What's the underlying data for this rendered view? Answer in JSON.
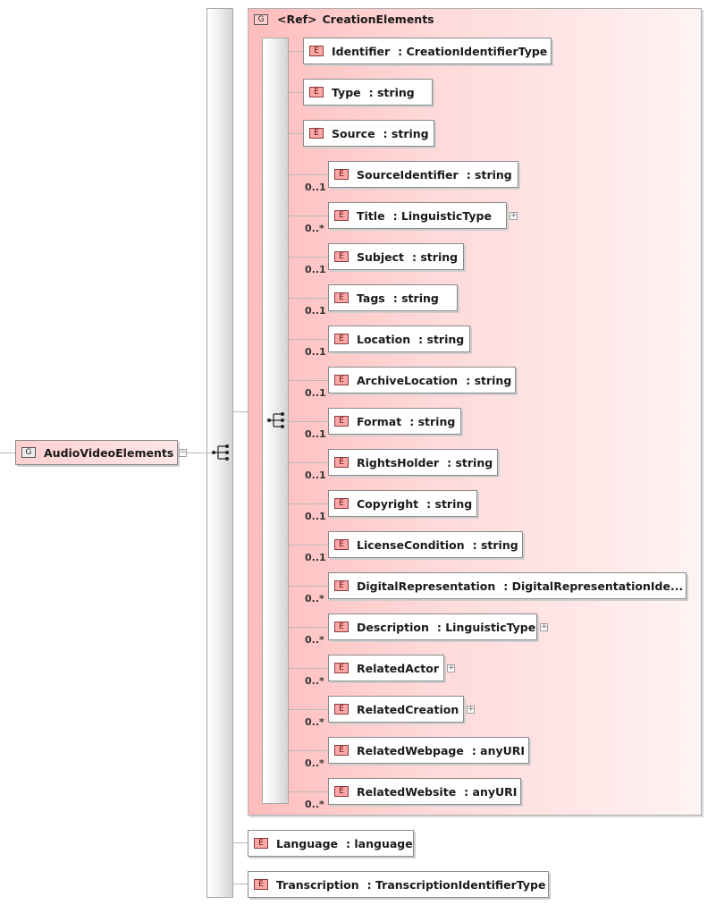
{
  "root": {
    "badge": "G",
    "name": "AudioVideoElements",
    "toggle": "−"
  },
  "group": {
    "badge": "G",
    "ref_label": "<Ref>",
    "type": "CreationElements"
  },
  "elements": [
    {
      "badge": "E",
      "name": "Identifier",
      "type": "CreationIdentifierType",
      "occurs": ""
    },
    {
      "badge": "E",
      "name": "Type",
      "type": "string",
      "occurs": ""
    },
    {
      "badge": "E",
      "name": "Source",
      "type": "string",
      "occurs": ""
    },
    {
      "badge": "E",
      "name": "SourceIdentifier",
      "type": "string",
      "occurs": "0..1"
    },
    {
      "badge": "E",
      "name": "Title",
      "type": "LinguisticType",
      "occurs": "0..*",
      "expand": "+"
    },
    {
      "badge": "E",
      "name": "Subject",
      "type": "string",
      "occurs": "0..1"
    },
    {
      "badge": "E",
      "name": "Tags",
      "type": "string",
      "occurs": "0..1"
    },
    {
      "badge": "E",
      "name": "Location",
      "type": "string",
      "occurs": "0..1"
    },
    {
      "badge": "E",
      "name": "ArchiveLocation",
      "type": "string",
      "occurs": "0..1"
    },
    {
      "badge": "E",
      "name": "Format",
      "type": "string",
      "occurs": "0..1"
    },
    {
      "badge": "E",
      "name": "RightsHolder",
      "type": "string",
      "occurs": "0..1"
    },
    {
      "badge": "E",
      "name": "Copyright",
      "type": "string",
      "occurs": "0..1"
    },
    {
      "badge": "E",
      "name": "LicenseCondition",
      "type": "string",
      "occurs": "0..1"
    },
    {
      "badge": "E",
      "name": "DigitalRepresentation",
      "type": "DigitalRepresentationIde...",
      "occurs": "0..*"
    },
    {
      "badge": "E",
      "name": "Description",
      "type": "LinguisticType",
      "occurs": "0..*",
      "expand": "+"
    },
    {
      "badge": "E",
      "name": "RelatedActor",
      "type": "",
      "occurs": "0..*",
      "expand": "+"
    },
    {
      "badge": "E",
      "name": "RelatedCreation",
      "type": "",
      "occurs": "0..*",
      "expand": "+"
    },
    {
      "badge": "E",
      "name": "RelatedWebpage",
      "type": "anyURI",
      "occurs": "0..*"
    },
    {
      "badge": "E",
      "name": "RelatedWebsite",
      "type": "anyURI",
      "occurs": "0..*"
    }
  ],
  "bottom_elements": [
    {
      "badge": "E",
      "name": "Language",
      "type": "language"
    },
    {
      "badge": "E",
      "name": "Transcription",
      "type": "TranscriptionIdentifierType"
    }
  ]
}
